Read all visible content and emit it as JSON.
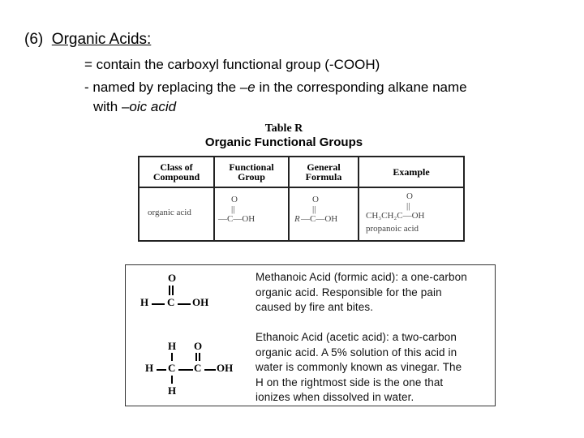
{
  "header": {
    "title_num": "(6)",
    "title_text": "Organic Acids:"
  },
  "body": {
    "line1": "= contain the carboxyl functional group (-COOH)",
    "line2_pre": "- named by replacing the –",
    "line2_ital": "e",
    "line2_post": " in the corresponding alkane name",
    "line3_pre": "with –",
    "line3_ital": "oic acid"
  },
  "reference_table": {
    "caption": "Table R",
    "subtitle": "Organic Functional Groups",
    "headers": {
      "class": [
        "Class of",
        "Compound"
      ],
      "group": [
        "Functional",
        "Group"
      ],
      "formula": [
        "General",
        "Formula"
      ],
      "example": "Example"
    },
    "row": {
      "class": "organic acid",
      "group_o": "O",
      "group_c": "—C—OH",
      "formula_o": "O",
      "formula_r": "R",
      "formula_c": "—C—OH",
      "example_o": "O",
      "example_formula": "CH₃CH₂C—OH",
      "example_name": "propanoic acid"
    }
  },
  "examples": {
    "methanoic": {
      "atoms": {
        "o": "O",
        "h": "H",
        "c": "C",
        "oh": "OH"
      },
      "lines": [
        "Methanoic Acid (formic acid): a one-carbon",
        "organic acid.  Responsible for the pain",
        "caused by fire ant bites."
      ]
    },
    "ethanoic": {
      "atoms": {
        "h_top": "H",
        "o": "O",
        "h_left": "H",
        "c1": "C",
        "c2": "C",
        "oh": "OH",
        "h_bottom": "H"
      },
      "lines": [
        "Ethanoic Acid (acetic acid): a two-carbon",
        "organic acid.  A 5% solution of this acid in",
        "water is commonly known as vinegar.  The",
        "H on the rightmost side is the one that",
        "ionizes when dissolved in water."
      ]
    }
  }
}
